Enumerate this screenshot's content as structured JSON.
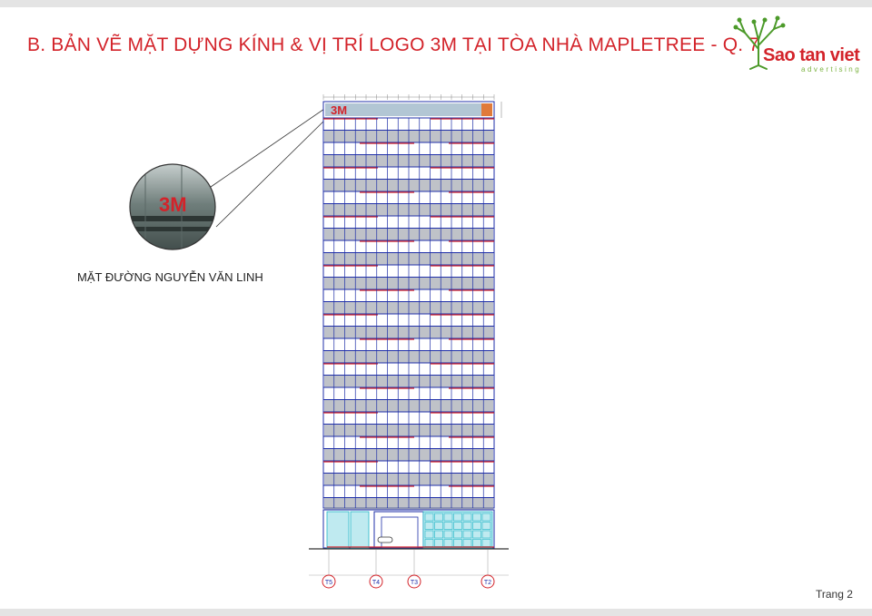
{
  "title": "B.  BẢN VẼ MẶT DỰNG KÍNH & VỊ TRÍ LOGO 3M TẠI TÒA NHÀ MAPLETREE - Q. 7",
  "logo": {
    "brand_text": "Sao tan viet",
    "tagline": "advertising"
  },
  "zoom_logo_text": "3M",
  "facade_logo_text": "3M",
  "street_label": "MẶT ĐƯỜNG NGUYỄN VĂN LINH",
  "page_number": "Trang 2",
  "grid_axes": [
    "T5",
    "T4",
    "T3",
    "T2"
  ],
  "colors": {
    "accent_red": "#d3232a",
    "brand_green": "#4c9a2a",
    "facade_blue": "#1f2fa8"
  }
}
